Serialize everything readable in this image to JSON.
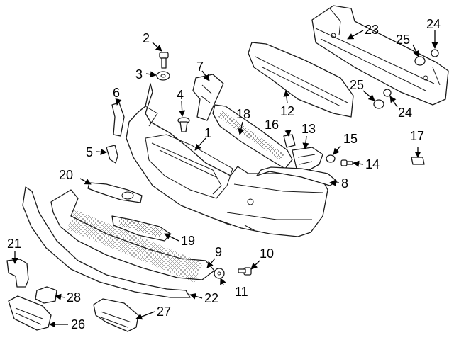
{
  "colors": {
    "line": "#1a1a1a",
    "background": "#ffffff"
  },
  "callouts": {
    "c1": "1",
    "c2": "2",
    "c3": "3",
    "c4": "4",
    "c5": "5",
    "c6": "6",
    "c7": "7",
    "c8": "8",
    "c9": "9",
    "c10": "10",
    "c11": "11",
    "c12": "12",
    "c13": "13",
    "c14": "14",
    "c15": "15",
    "c16": "16",
    "c17": "17",
    "c18": "18",
    "c19": "19",
    "c20": "20",
    "c21": "21",
    "c22": "22",
    "c23": "23",
    "c24a": "24",
    "c24b": "24",
    "c25a": "25",
    "c25b": "25",
    "c26": "26",
    "c27": "27",
    "c28": "28"
  }
}
